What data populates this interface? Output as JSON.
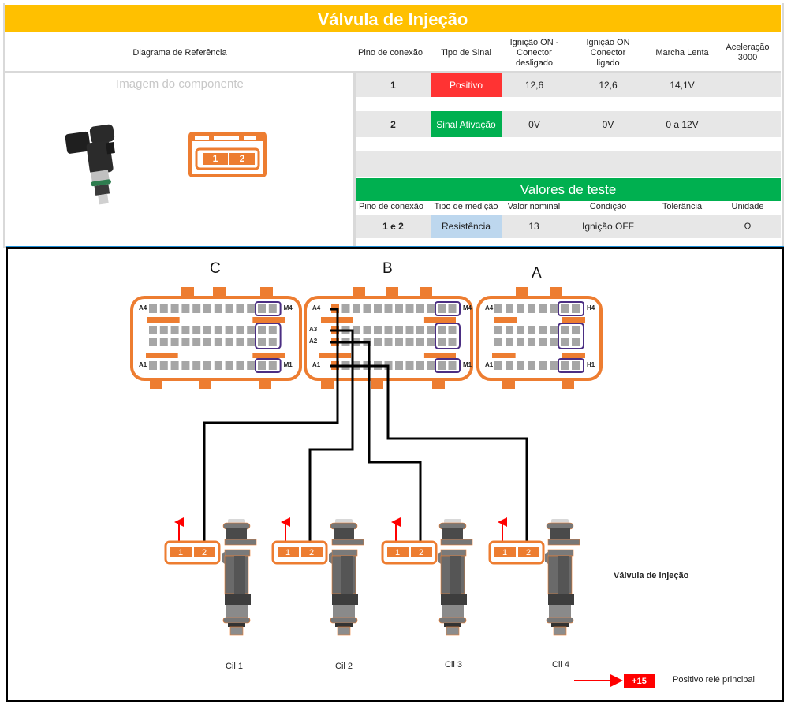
{
  "title": "Válvula de Injeção",
  "header": {
    "reference_diagram": "Diagrama de Referência",
    "columns": [
      "Pino de conexão",
      "Tipo de Sinal",
      "Ignição ON - Conector desligado",
      "Ignição ON Conector ligado",
      "Marcha Lenta",
      "Aceleração 3000"
    ]
  },
  "left_panel": {
    "image_label": "Imagem do componente",
    "connector_pins": [
      "1",
      "2"
    ]
  },
  "signal_rows": [
    {
      "pin": "1",
      "signal": "Positivo",
      "signal_color": "#ff3333",
      "ign_on_disconnected": "12,6",
      "ign_on_connected": "12,6",
      "idle": "14,1V",
      "accel_3000": ""
    },
    {
      "pin": "2",
      "signal": "Sinal Ativação",
      "signal_color": "#00b050",
      "ign_on_disconnected": "0V",
      "ign_on_connected": "0V",
      "idle": "0 a 12V",
      "accel_3000": ""
    }
  ],
  "test_values": {
    "title": "Valores de teste",
    "columns": [
      "Pino de conexão",
      "Tipo de medição",
      "Valor nominal",
      "Condição",
      "Tolerância",
      "Unidade"
    ],
    "rows": [
      {
        "pin": "1 e 2",
        "measurement": "Resistência",
        "nominal": "13",
        "condition": "Ignição OFF",
        "tolerance": "",
        "unit": "Ω"
      }
    ]
  },
  "diagram": {
    "connectors": [
      {
        "letter": "C",
        "top_left": "A4",
        "bottom_left": "A1",
        "top_right": "M4",
        "bottom_right": "M1"
      },
      {
        "letter": "B",
        "top_left": "A4",
        "mid_left_1": "A3",
        "mid_left_2": "A2",
        "bottom_left": "A1",
        "top_right": "M4",
        "bottom_right": "M1"
      },
      {
        "letter": "A",
        "top_left": "A4",
        "bottom_left": "A1",
        "top_right": "H4",
        "bottom_right": "H1"
      }
    ],
    "injectors": [
      {
        "label": "Cil 1",
        "pins": [
          "1",
          "2"
        ]
      },
      {
        "label": "Cil 2",
        "pins": [
          "1",
          "2"
        ]
      },
      {
        "label": "Cil 3",
        "pins": [
          "1",
          "2"
        ]
      },
      {
        "label": "Cil 4",
        "pins": [
          "1",
          "2"
        ]
      }
    ],
    "component_label": "Válvula de injeção",
    "legend": {
      "badge": "+15",
      "text": "Positivo relé principal"
    }
  },
  "colors": {
    "header": "#ffc000",
    "test_header": "#00b050",
    "positive": "#ff3333",
    "activation": "#00b050",
    "resistance": "#bdd7ee",
    "connector_orange": "#ed7d31",
    "pin_grey": "#a6a6a6",
    "highlight_purple": "#4b2e83",
    "wire": "#000000",
    "arrow_red": "#ff0000"
  }
}
